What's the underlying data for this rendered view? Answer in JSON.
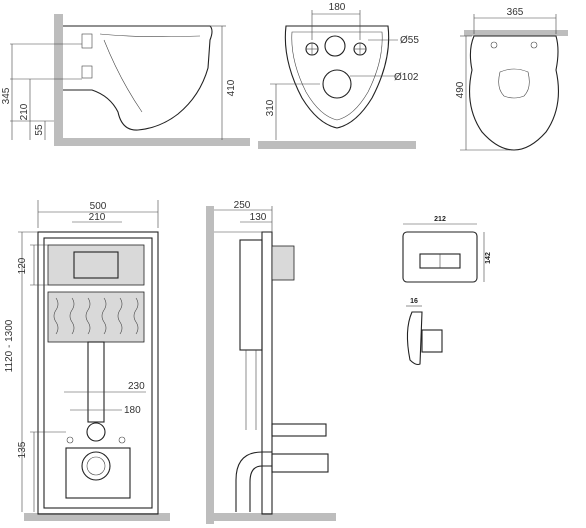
{
  "views": {
    "bowl_side": {
      "dims": [
        "345",
        "210",
        "55",
        "410"
      ]
    },
    "bowl_back": {
      "dims": [
        "180",
        "Ø55",
        "310",
        "Ø102"
      ]
    },
    "bowl_top": {
      "dims": [
        "365",
        "490"
      ]
    },
    "frame_front": {
      "dims": [
        "500",
        "210",
        "120",
        "1120 - 1300",
        "230",
        "180",
        "135"
      ]
    },
    "frame_side": {
      "dims": [
        "250",
        "130"
      ]
    },
    "flush_plate": {
      "dims": [
        "212",
        "142",
        "16"
      ]
    }
  },
  "colors": {
    "floor": "#bdbdbd",
    "line": "#222222",
    "panel": "#d9d9d9"
  }
}
